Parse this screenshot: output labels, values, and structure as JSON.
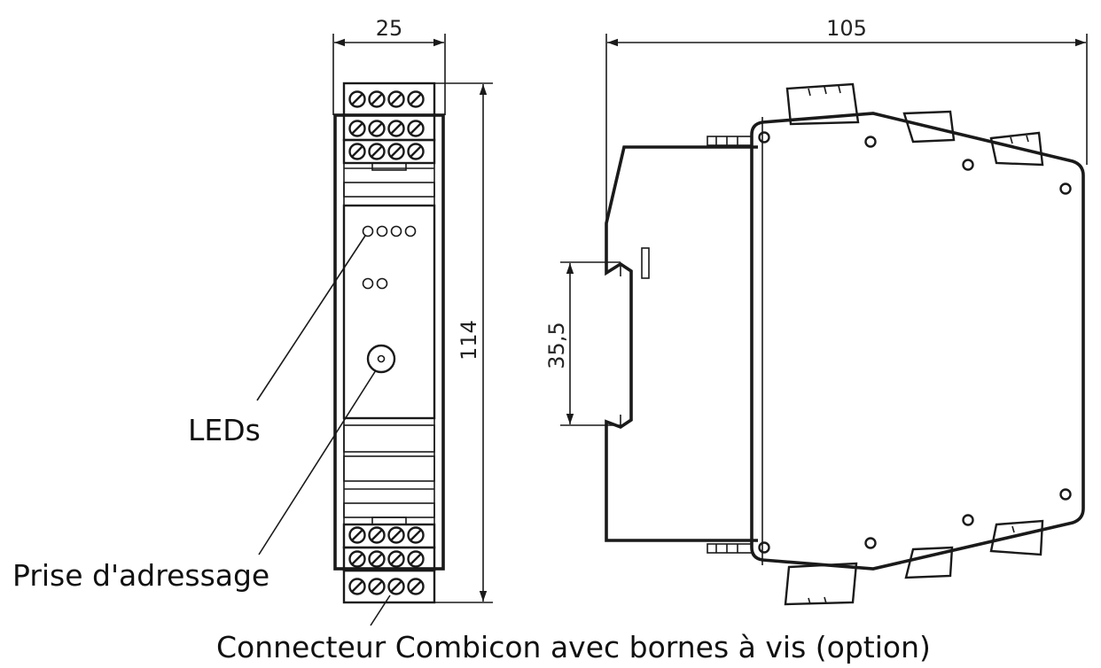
{
  "dimensions": {
    "width_front": "25",
    "width_side": "105",
    "height": "114",
    "rail": "35,5"
  },
  "labels": {
    "leds": "LEDs",
    "address_socket": "Prise d'adressage",
    "connector": "Connecteur Combicon avec bornes à vis (option)"
  }
}
